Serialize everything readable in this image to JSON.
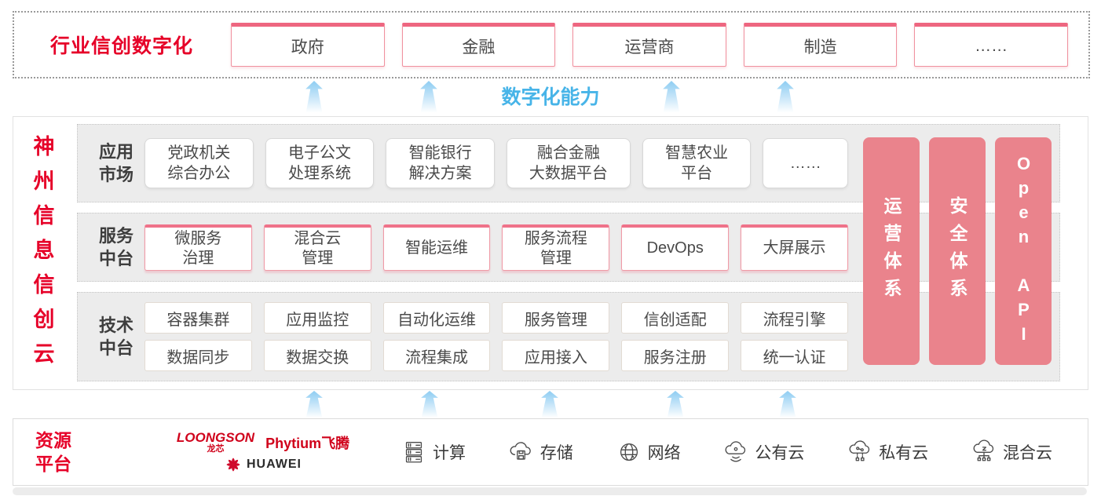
{
  "header": {
    "title": "行业信创数字化",
    "industries": [
      "政府",
      "金融",
      "运营商",
      "制造",
      "……"
    ]
  },
  "capability": {
    "label": "数字化能力"
  },
  "platform": {
    "vertical_title": "神州信息信创云",
    "app_market": {
      "label": "应用\n市场",
      "items": [
        "党政机关\n综合办公",
        "电子公文\n处理系统",
        "智能银行\n解决方案",
        "融合金融\n大数据平台",
        "智慧农业\n平台",
        "……"
      ]
    },
    "service_platform": {
      "label": "服务\n中台",
      "items": [
        "微服务\n治理",
        "混合云\n管理",
        "智能运维",
        "服务流程\n管理",
        "DevOps",
        "大屏展示"
      ]
    },
    "tech_platform": {
      "label": "技术\n中台",
      "items_row1": [
        "容器集群",
        "应用监控",
        "自动化运维",
        "服务管理",
        "信创适配",
        "流程引擎"
      ],
      "items_row2": [
        "数据同步",
        "数据交换",
        "流程集成",
        "应用接入",
        "服务注册",
        "统一认证"
      ]
    },
    "pillars": [
      "运营体系",
      "安全体系",
      "Open API"
    ]
  },
  "resources": {
    "label": "资源\n平台",
    "vendors": {
      "loongson_en": "LOONGSON",
      "loongson_cn": "龙芯",
      "phytium": "Phytium飞腾",
      "huawei": "HUAWEI"
    },
    "items": [
      "计算",
      "存储",
      "网络",
      "公有云",
      "私有云",
      "混合云"
    ]
  },
  "colors": {
    "brand_red": "#e60028",
    "pillar_pink": "#ea838c",
    "box_border_pink": "#ef7289",
    "capability_blue": "#47b4e8",
    "panel_gray": "#ececec"
  }
}
